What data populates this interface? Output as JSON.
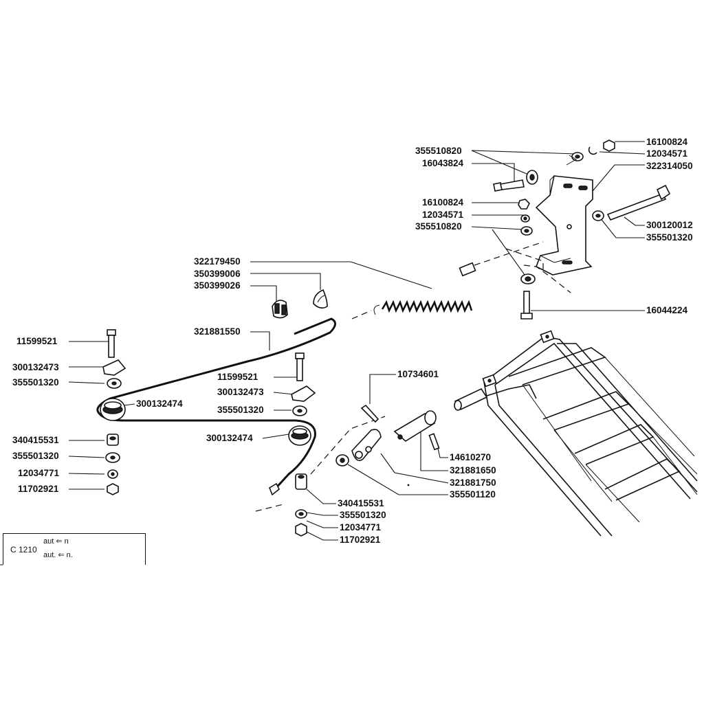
{
  "labels": [
    "355510820",
    "16043824",
    "16100824",
    "12034571",
    "322314050",
    "16100824",
    "12034571",
    "355510820",
    "300120012",
    "355501320",
    "322179450",
    "350399006",
    "350399026",
    "16044224",
    "321881550",
    "11599521",
    "300132473",
    "355501320",
    "300132474",
    "11599521",
    "300132473",
    "355501320",
    "300132474",
    "340415531",
    "355501320",
    "12034771",
    "11702921",
    "10734601",
    "14610270",
    "321881650",
    "321881750",
    "355501120",
    "340415531",
    "355501320",
    "12034771",
    "11702921"
  ],
  "legend": {
    "code": "C 1210",
    "line1": "aut  ⇐ n",
    "line2": "aut.  ⇐ n."
  }
}
